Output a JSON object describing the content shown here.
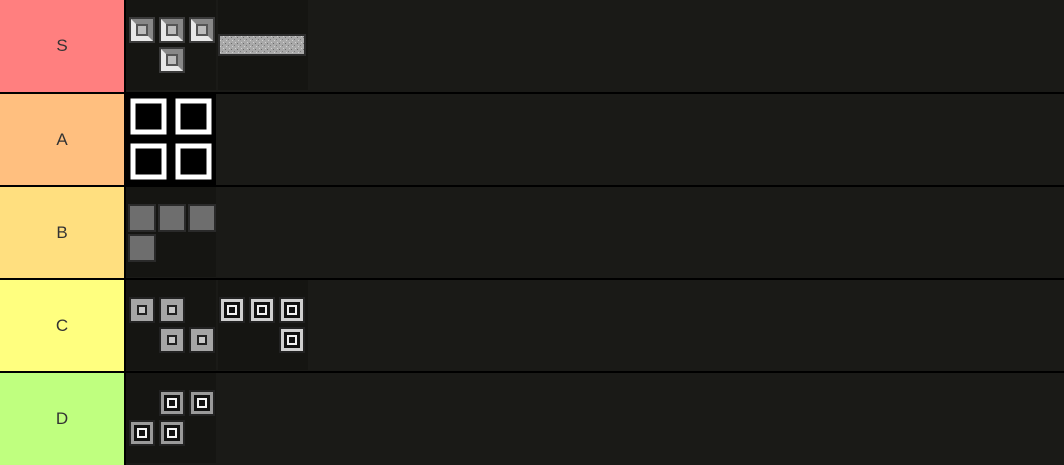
{
  "tiers": [
    {
      "label": "S",
      "color": "#ff7f7f",
      "items": [
        {
          "name": "t-tetromino-beveled-gray",
          "kind": "T block"
        },
        {
          "name": "i-tetromino-speckled",
          "kind": "I block"
        }
      ]
    },
    {
      "label": "A",
      "color": "#ffbf7f",
      "items": [
        {
          "name": "o-tetromino-outlined-white",
          "kind": "O block"
        }
      ]
    },
    {
      "label": "B",
      "color": "#ffdf7f",
      "items": [
        {
          "name": "l-tetromino-flat-gray",
          "kind": "L block"
        }
      ]
    },
    {
      "label": "C",
      "color": "#ffff7f",
      "items": [
        {
          "name": "z-tetromino-gray-inset",
          "kind": "Z block"
        },
        {
          "name": "j-tetromino-white-inset",
          "kind": "J block"
        }
      ]
    },
    {
      "label": "D",
      "color": "#bfff7f",
      "items": [
        {
          "name": "s-tetromino-dark-inset",
          "kind": "S block"
        }
      ]
    }
  ]
}
